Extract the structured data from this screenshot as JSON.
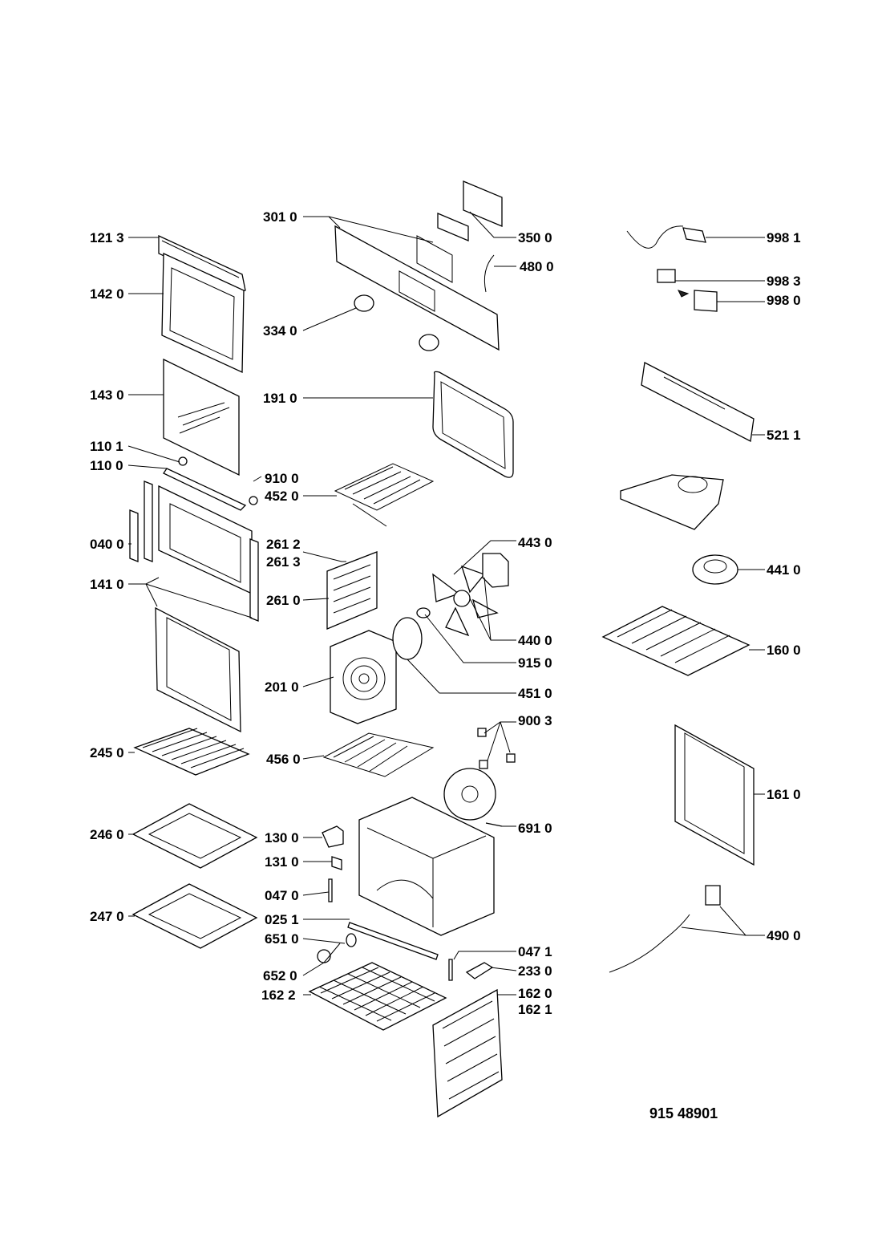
{
  "labels": {
    "p1213": "121 3",
    "p1420": "142 0",
    "p1430": "143 0",
    "p1101": "110 1",
    "p1100": "110 0",
    "p0400": "040 0",
    "p1410": "141 0",
    "p2450": "245 0",
    "p2460": "246 0",
    "p2470": "247 0",
    "p3010": "301 0",
    "p3340": "334 0",
    "p1910": "191 0",
    "p9100": "910 0",
    "p4520": "452 0",
    "p2612": "261 2",
    "p2613": "261 3",
    "p2610": "261 0",
    "p2010": "201 0",
    "p4560": "456 0",
    "p1300": "130 0",
    "p1310": "131 0",
    "p0470": "047 0",
    "p0251": "025 1",
    "p6510": "651 0",
    "p6520": "652 0",
    "p1622": "162 2",
    "p3500": "350 0",
    "p4800": "480 0",
    "p4430": "443 0",
    "p4400": "440 0",
    "p9150": "915 0",
    "p4510": "451 0",
    "p9003": "900 3",
    "p6910": "691 0",
    "p0471": "047 1",
    "p2330": "233 0",
    "p1620": "162 0",
    "p1621": "162 1",
    "p9981": "998 1",
    "p9983": "998 3",
    "p9980": "998 0",
    "p5211": "521 1",
    "p4410": "441 0",
    "p1600": "160 0",
    "p1610": "161 0",
    "p4900": "490 0"
  },
  "footer": {
    "drawing_number": "915 48901"
  }
}
